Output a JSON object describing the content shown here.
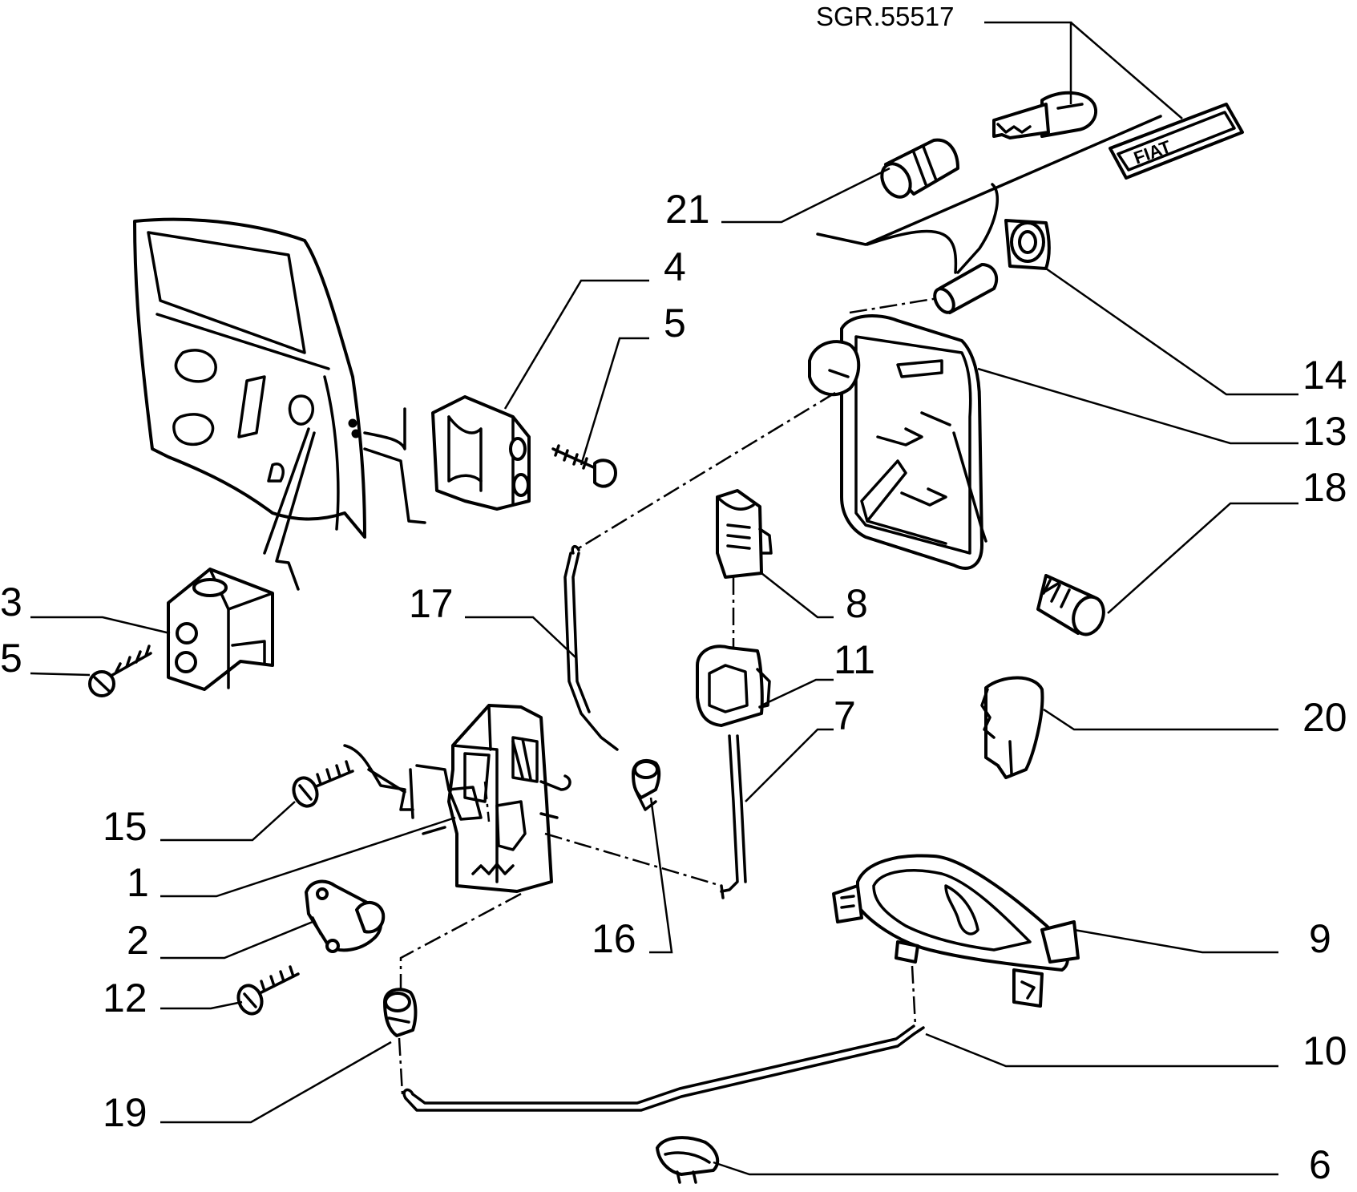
{
  "reference_code": "SGR.55517",
  "badge_text": "FIAT",
  "callouts": {
    "c1": "1",
    "c2": "2",
    "c3": "3",
    "c4": "4",
    "c5a": "5",
    "c5b": "5",
    "c6": "6",
    "c7": "7",
    "c8": "8",
    "c9": "9",
    "c10": "10",
    "c11": "11",
    "c12": "12",
    "c13": "13",
    "c14": "14",
    "c15": "15",
    "c16": "16",
    "c17": "17",
    "c18": "18",
    "c19": "19",
    "c20": "20",
    "c21": "21"
  }
}
